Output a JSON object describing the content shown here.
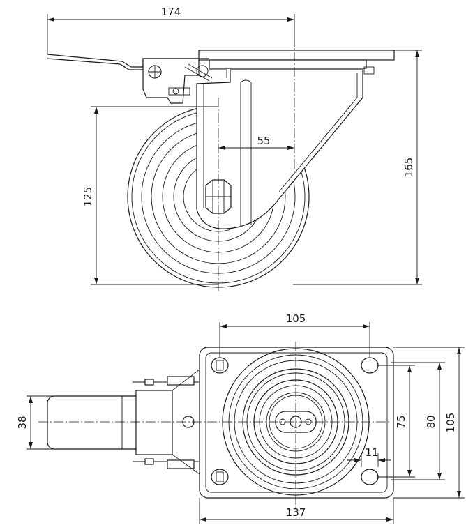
{
  "dimensions": {
    "total_length": "174",
    "offset": "55",
    "wheel_diameter": "125",
    "total_height": "165",
    "plate_hole_spacing_length": "105",
    "plate_hole_spacing_width": "75",
    "plate_width": "80",
    "plate_side": "105",
    "plate_length": "137",
    "hole_diameter": "11",
    "wheel_width": "38"
  }
}
